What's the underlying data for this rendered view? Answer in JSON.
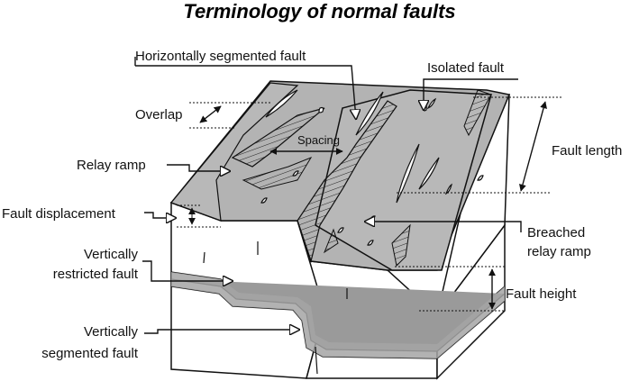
{
  "title": "Terminology of normal faults",
  "labels": {
    "horizontally_segmented_fault": "Horizontally segmented fault",
    "isolated_fault": "Isolated fault",
    "overlap": "Overlap",
    "spacing": "Spacing",
    "fault_length": "Fault length",
    "relay_ramp": "Relay ramp",
    "fault_displacement": "Fault displacement",
    "breached_relay_ramp_line1": "Breached",
    "breached_relay_ramp_line2": "relay ramp",
    "vertically_restricted_fault_line1": "Vertically",
    "vertically_restricted_fault_line2": "restricted fault",
    "fault_height": "Fault height",
    "vertically_segmented_fault_line1": "Vertically",
    "vertically_segmented_fault_line2": "segmented fault"
  },
  "colors": {
    "surface_gray": "#b3b3b3",
    "stratum_gray": "#9a9a9a",
    "outline": "#111111",
    "background": "#ffffff"
  }
}
